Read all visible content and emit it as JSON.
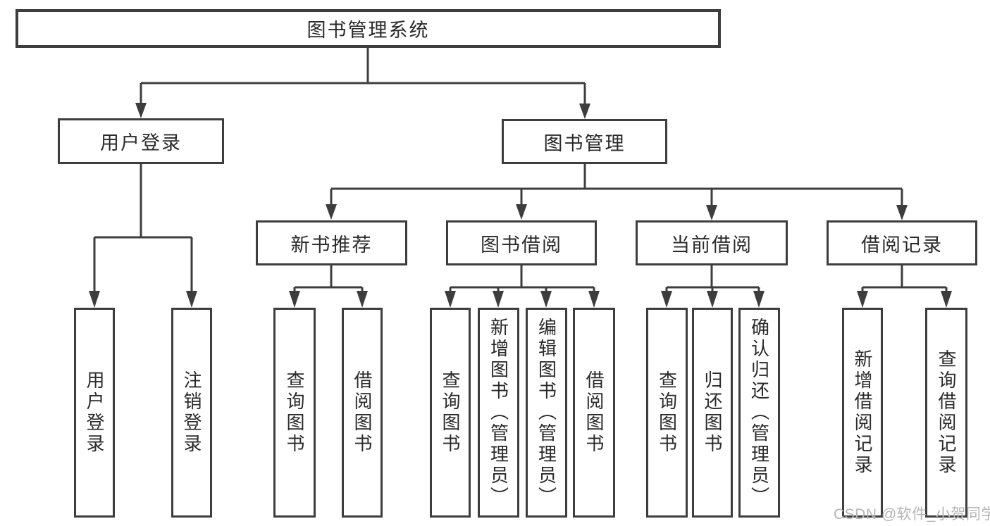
{
  "tree": {
    "label": "图书管理系统",
    "children": [
      {
        "label": "用户登录",
        "children": [
          {
            "label": "用户登录"
          },
          {
            "label": "注销登录"
          }
        ]
      },
      {
        "label": "图书管理",
        "children": [
          {
            "label": "新书推荐",
            "children": [
              {
                "label": "查询图书"
              },
              {
                "label": "借阅图书"
              }
            ]
          },
          {
            "label": "图书借阅",
            "children": [
              {
                "label": "查询图书"
              },
              {
                "label": "新增图书（管理员）"
              },
              {
                "label": "编辑图书（管理员）"
              },
              {
                "label": "借阅图书"
              }
            ]
          },
          {
            "label": "当前借阅",
            "children": [
              {
                "label": "查询图书"
              },
              {
                "label": "归还图书"
              },
              {
                "label": "确认归还（管理员）"
              }
            ]
          },
          {
            "label": "借阅记录",
            "children": [
              {
                "label": "新增借阅记录"
              },
              {
                "label": "查询借阅记录"
              }
            ]
          }
        ]
      }
    ]
  },
  "watermark": "CSDN @软件_小贺同学",
  "colors": {
    "line": "#3d3d3d",
    "text": "#2a2a2a",
    "watermark": "#b5b5b5",
    "background": "#ffffff"
  }
}
